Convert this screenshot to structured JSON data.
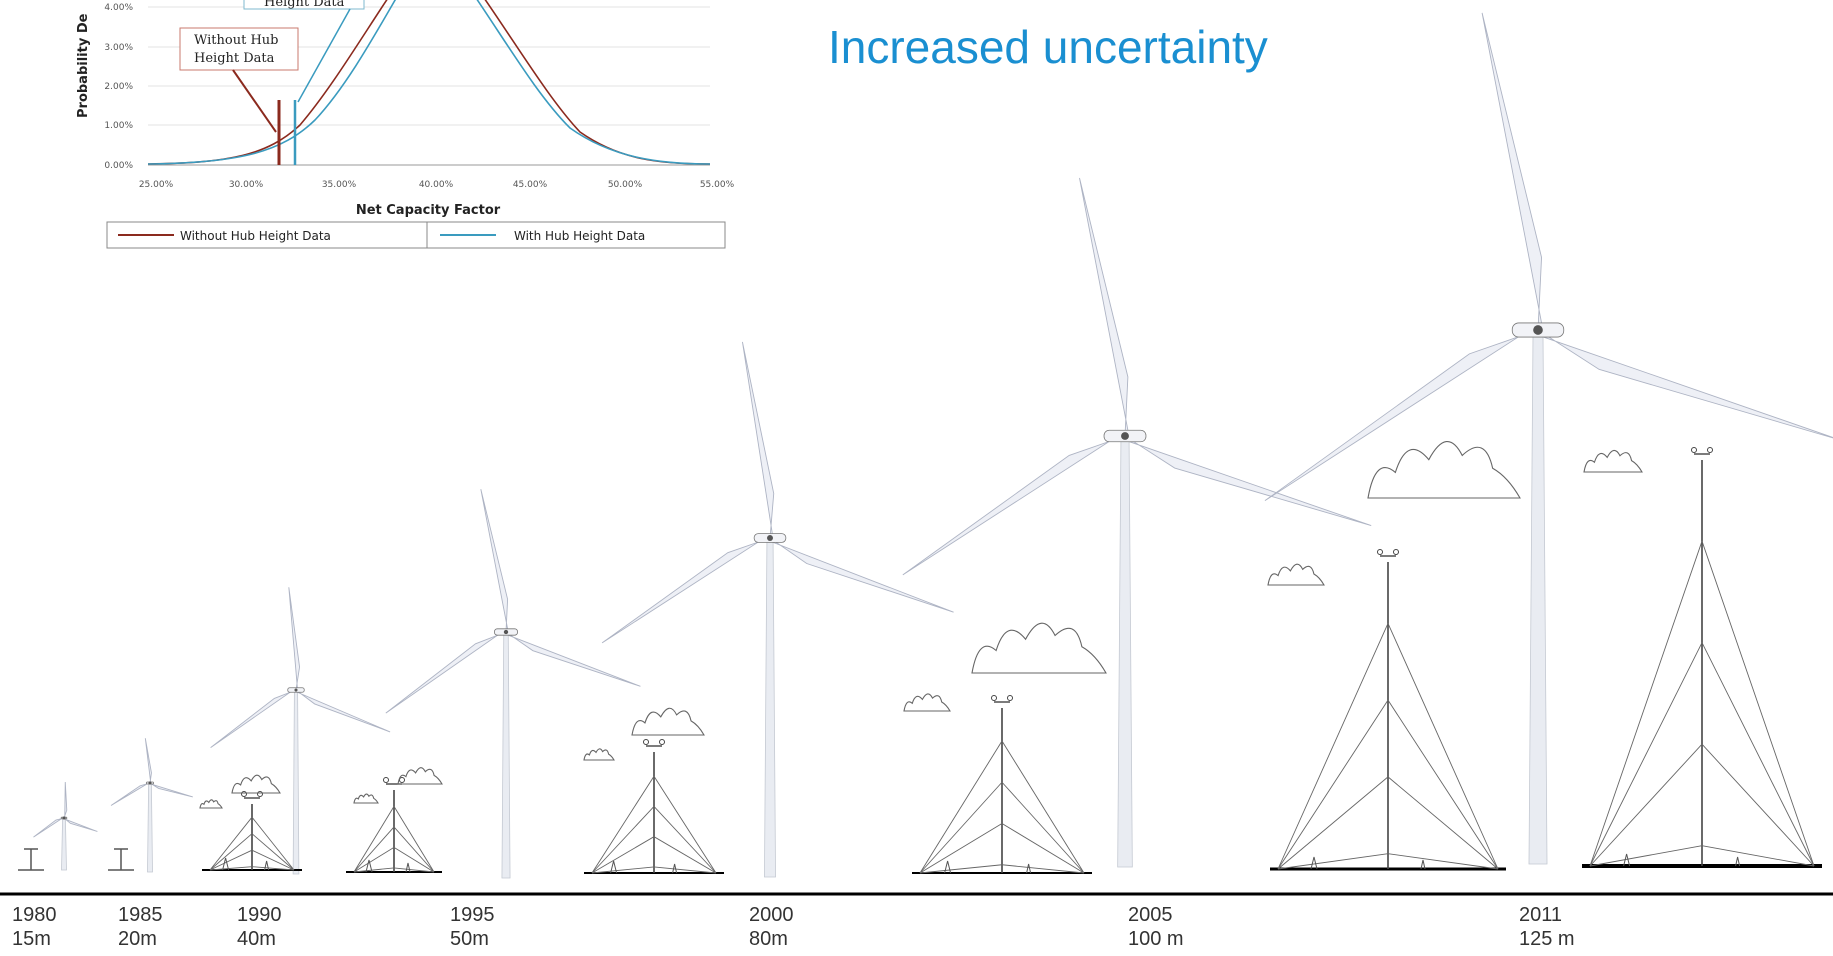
{
  "headline": "Increased uncertainty",
  "inset_chart": {
    "y_axis_label": "Probability De",
    "y_ticks": [
      "4.00%",
      "3.00%",
      "2.00%",
      "1.00%",
      "0.00%"
    ],
    "x_ticks": [
      "25.00%",
      "30.00%",
      "35.00%",
      "40.00%",
      "45.00%",
      "50.00%",
      "55.00%"
    ],
    "x_axis_label": "Net Capacity Factor",
    "callout_without": [
      "Without Hub",
      "Height Data"
    ],
    "callout_with_partial": "Height Data",
    "legend": [
      "Without Hub Height Data",
      "With Hub Height Data"
    ],
    "colors": {
      "without": "#8b2a1e",
      "with": "#3a9bbf"
    }
  },
  "timeline": [
    {
      "year": "1980",
      "height": "15m"
    },
    {
      "year": "1985",
      "height": "20m"
    },
    {
      "year": "1990",
      "height": "40m"
    },
    {
      "year": "1995",
      "height": "50m"
    },
    {
      "year": "2000",
      "height": "80m"
    },
    {
      "year": "2005",
      "height": "100 m"
    },
    {
      "year": "2011",
      "height": "125 m"
    }
  ],
  "colors": {
    "accent": "#1a8fd1",
    "timeline_rule": "#000000"
  }
}
